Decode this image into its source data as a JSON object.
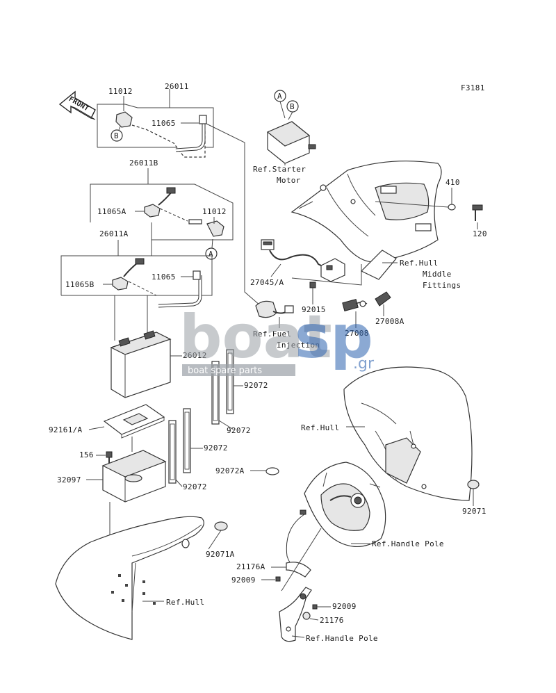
{
  "diagram": {
    "code": "F3181",
    "front_label": "FRONT",
    "labels": {
      "l26011": "26011",
      "l11012a": "11012",
      "l11065a": "11065",
      "lB1": "B",
      "l26011B": "26011B",
      "l11065A": "11065A",
      "l11012b": "11012",
      "lA1": "A",
      "l26011A": "26011A",
      "l11065B": "11065B",
      "l11065b": "11065",
      "l26012": "26012",
      "l92072a": "92072",
      "l92072b": "92072",
      "l92072c": "92072",
      "l92072d": "92072",
      "l92072A": "92072A",
      "l92161": "92161/A",
      "l156": "156",
      "l32097": "32097",
      "l92071A": "92071A",
      "lRefHull1": "Ref.Hull",
      "lRefStarter": "Ref.Starter",
      "lMotor": "Motor",
      "lA2": "A",
      "lB2": "B",
      "l410": "410",
      "l120": "120",
      "lRefHullMiddle": "Ref.Hull",
      "lMiddle": "Middle",
      "lFittings": "Fittings",
      "l27045": "27045/A",
      "l92015": "92015",
      "l27008": "27008",
      "l27008A": "27008A",
      "lRefFuel": "Ref.Fuel",
      "lInjection": "Injection",
      "lRefHull2": "Ref.Hull",
      "l92071": "92071",
      "lRefHandle1": "Ref.Handle Pole",
      "l21176A": "21176A",
      "l92009a": "92009",
      "l92009b": "92009",
      "l21176": "21176",
      "lRefHandle2": "Ref.Handle Pole"
    }
  },
  "watermark": {
    "word1": "boat",
    "word2": "sp",
    "suffix": ".gr",
    "tagline": "boat spare parts"
  }
}
